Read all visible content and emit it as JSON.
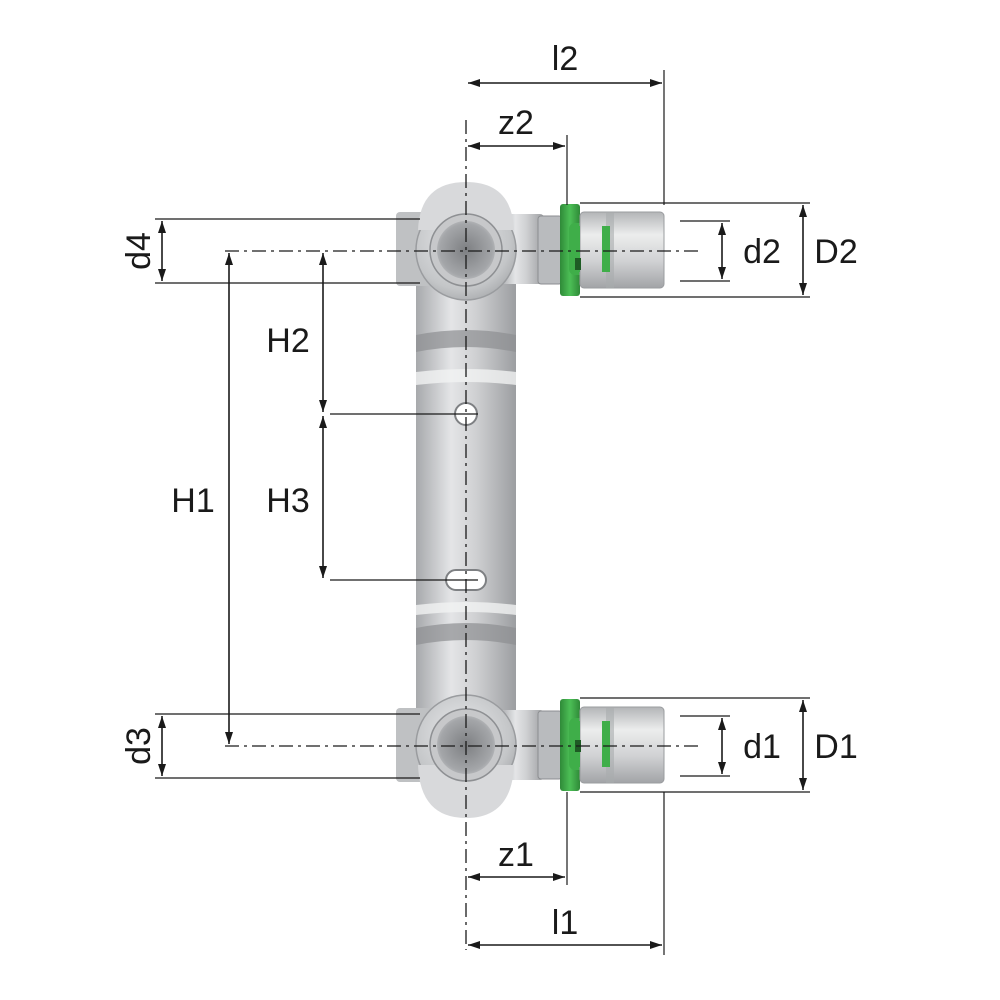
{
  "labels": {
    "l2": "l2",
    "z2": "z2",
    "d4": "d4",
    "d2": "d2",
    "D2": "D2",
    "H2": "H2",
    "H1": "H1",
    "H3": "H3",
    "d3": "d3",
    "d1": "d1",
    "D1": "D1",
    "z1": "z1",
    "l1": "l1"
  },
  "colors": {
    "body": "#c9cacc",
    "body_dark": "#8e9093",
    "body_light": "#e7e8ea",
    "press_ring": "#3fae49",
    "press_ring_dark": "#2a7f33",
    "sleeve": "#d3d4d6"
  }
}
